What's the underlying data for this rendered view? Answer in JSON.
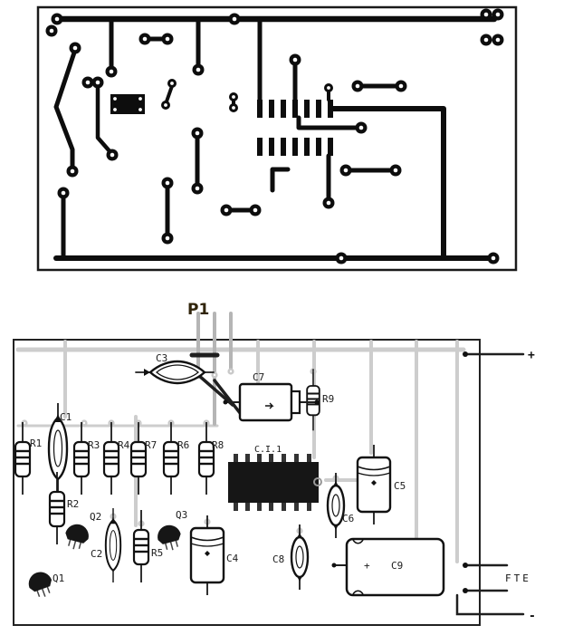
{
  "figure": {
    "copper_side": {
      "description_visible_text": ""
    },
    "component_side": {
      "labels": {
        "p1": "P1",
        "plus": "+",
        "minus": "-",
        "fte": "FTE",
        "ic": "C.I.1",
        "r1": "R1",
        "r2": "R2",
        "r3": "R3",
        "r4": "R4",
        "r5": "R5",
        "r6": "R6",
        "r7": "R7",
        "r8": "R8",
        "r9": "R9",
        "c1": "C1",
        "c2": "C2",
        "c3": "C3",
        "c4": "C4",
        "c5": "C5",
        "c6": "C6",
        "c7": "C7",
        "c8": "C8",
        "c9": "C9",
        "c9_polarity": "+",
        "q1": "Q1",
        "q2": "Q2",
        "q3": "Q3"
      },
      "colors": {
        "trace_black": "#0d0d0d",
        "ghost_gray": "#cdcdcd",
        "p1_accent": "#c87d1a"
      }
    }
  }
}
